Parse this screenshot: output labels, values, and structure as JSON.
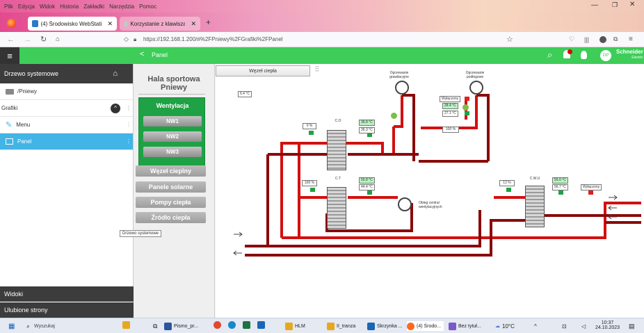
{
  "browser": {
    "menu": [
      "Plik",
      "Edycja",
      "Widok",
      "Historia",
      "Zakładki",
      "Narzędzia",
      "Pomoc"
    ],
    "tabs": [
      {
        "label": "(4) Środowisko WebStation Bui",
        "active": true
      },
      {
        "label": "Korzystanie z klawisza print scr",
        "active": false
      }
    ],
    "new_tab": "+",
    "url": "https://192.168.1.200/#%2FPniewy%2FGrafiki%2FPanel"
  },
  "app": {
    "page_title": "Panel",
    "back": "<",
    "avatar": "OP",
    "brand_line1": "Schneider",
    "brand_line2": "Electric",
    "brand_color": "#3dcd58"
  },
  "sidebar": {
    "header": "Drzewo systemowe",
    "path": "/Pniewy",
    "items": [
      {
        "label": "Grafiki"
      },
      {
        "label": "Menu"
      },
      {
        "label": "Panel"
      }
    ],
    "tooltip": "Drzewo systemowe",
    "bottom": [
      "Widoki",
      "Ulubione strony"
    ]
  },
  "panel": {
    "title_line1": "Hala sportowa",
    "title_line2": "Pniewy",
    "wentylacja": "Wentylacja",
    "nw": [
      "NW1",
      "NW2",
      "NW3"
    ],
    "buttons": [
      "Węzeł cieplny",
      "Panele solarne",
      "Pompy ciepła",
      "Źródło ciepła"
    ]
  },
  "diagram": {
    "tab_label": "Węzeł ciepła",
    "outdoor_temp": "6.4 °C",
    "pump_gravity": "Ogrzewanie grawitacyjne",
    "pump_floor": "Ogrzewanie podłogowe",
    "exchanger_co": "C.O",
    "exchanger_ct": "C.T",
    "exchanger_cwu": "C.W.U",
    "valve_co": "0 %",
    "valve_ct": "100 %",
    "valve_cwu": "12 %",
    "valve_floor": "100 %",
    "co_temp_top": "36.8 °C",
    "co_temp_bottom": "35.3 °C",
    "ct_temp_top": "55.8 °C",
    "ct_temp_bottom": "44.4 °C",
    "cwu_temp_top": "55.0 °C",
    "cwu_temp_bottom": "56.7 °C",
    "floor_status": "Wyłączony",
    "floor_temp_1": "28.4 °C",
    "floor_temp_2": "27.1 °C",
    "cwu_status": "Wyłączony",
    "ventilation_circuit": "Obieg central wentylacyjnych",
    "pipe_color_hot": "#d31010",
    "pipe_color_return": "#8a0a0a"
  },
  "taskbar": {
    "search": "Wyszukaj",
    "apps": [
      "Pismo_pr...",
      "HLM",
      "II_tranza",
      "Skrzynka ...",
      "(4) Środo...",
      "Bez tytuł..."
    ],
    "weather": "10°C",
    "time": "10:37",
    "date": "24.10.2023"
  }
}
